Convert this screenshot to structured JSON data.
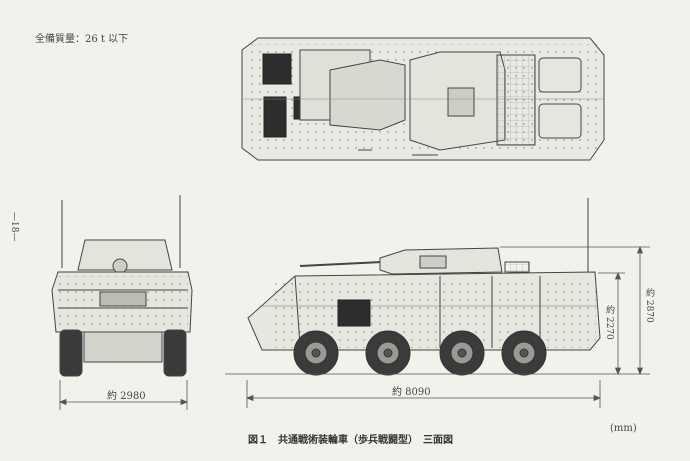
{
  "header": {
    "weight_note": "全備質量：26 t 以下"
  },
  "page_marker": "—18—",
  "dimensions": {
    "front_width": "約 2980",
    "side_length": "約 8090",
    "height_hull": "約 2270",
    "height_total": "約 2870"
  },
  "units": "(mm)",
  "caption": "図１　共通戦術装輪車（歩兵戦闘型）　三面図"
}
